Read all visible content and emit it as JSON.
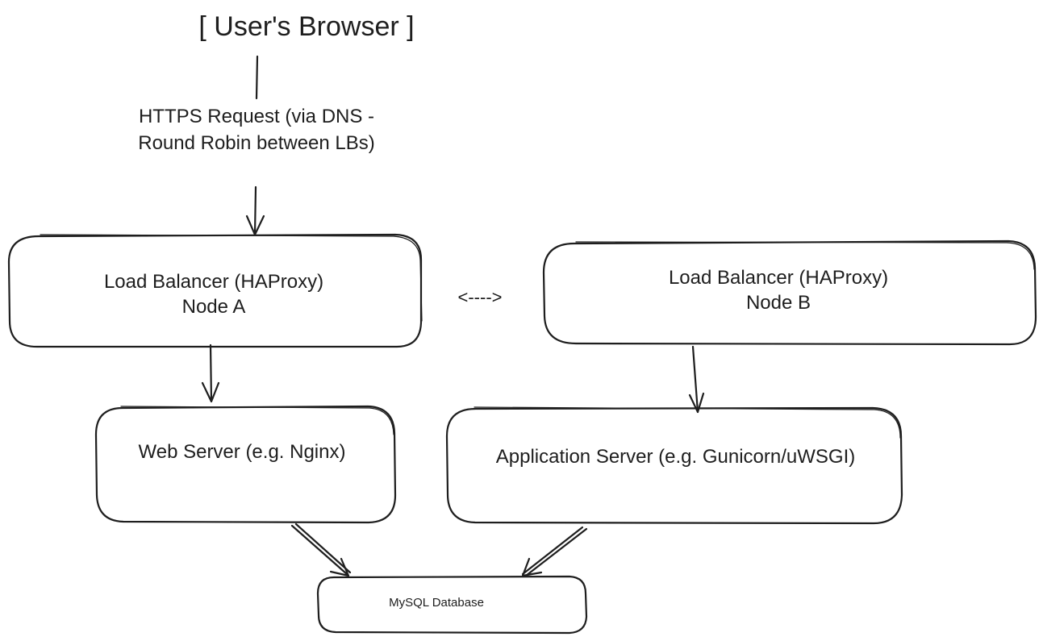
{
  "diagram": {
    "title": "[ User's Browser ]",
    "request_edge_label": "HTTPS Request (via DNS - Round Robin between LBs)",
    "lb_link_label": "<---->",
    "nodes": {
      "lb_a": {
        "line1": "Load Balancer (HAProxy)",
        "line2": "Node A"
      },
      "lb_b": {
        "line1": "Load Balancer (HAProxy)",
        "line2": "Node B"
      },
      "web_server": {
        "label": "Web Server (e.g. Nginx)"
      },
      "app_server": {
        "label": "Application Server (e.g. Gunicorn/uWSGI)"
      },
      "database": {
        "label": "MySQL Database"
      }
    },
    "edges": [
      {
        "from": "[ User's Browser ]",
        "to": "Load Balancer (HAProxy) Node A"
      },
      {
        "from": "Load Balancer (HAProxy) Node A",
        "to": "Web Server (e.g. Nginx)"
      },
      {
        "from": "Load Balancer (HAProxy) Node B",
        "to": "Application Server (e.g. Gunicorn/uWSGI)"
      },
      {
        "from": "Web Server (e.g. Nginx)",
        "to": "MySQL Database"
      },
      {
        "from": "Application Server (e.g. Gunicorn/uWSGI)",
        "to": "MySQL Database"
      }
    ],
    "colors": {
      "stroke": "#1e1e1e",
      "background": "#ffffff"
    }
  }
}
